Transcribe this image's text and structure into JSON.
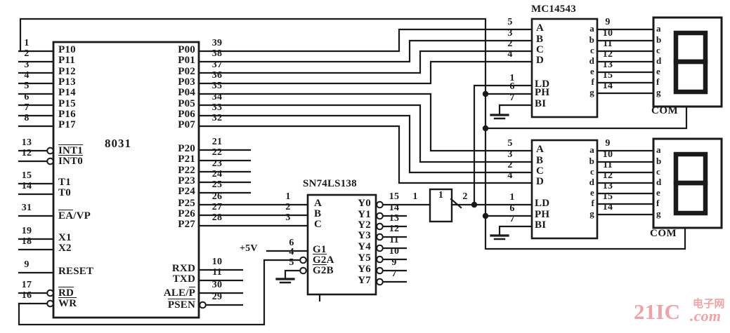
{
  "colors": {
    "ink": "#1a1a1a",
    "watermark": "#f2a2a6",
    "background": "#ffffff"
  },
  "mcu": {
    "name": "8031",
    "left_pins": [
      {
        "num": "1",
        "pre": "P10"
      },
      {
        "num": "2",
        "pre": "P11"
      },
      {
        "num": "3",
        "pre": "P12"
      },
      {
        "num": "4",
        "pre": "P13"
      },
      {
        "num": "5",
        "pre": "P14"
      },
      {
        "num": "6",
        "pre": "P15"
      },
      {
        "num": "7",
        "pre": "P16"
      },
      {
        "num": "8",
        "pre": "P17"
      },
      {
        "num": "13",
        "bar": "INT1"
      },
      {
        "num": "12",
        "bar": "INT0"
      },
      {
        "num": "15",
        "pre": "T1"
      },
      {
        "num": "14",
        "pre": "T0"
      },
      {
        "num": "31",
        "bar": "EA",
        "post": "/VP"
      },
      {
        "num": "19",
        "pre": "X1"
      },
      {
        "num": "18",
        "pre": "X2"
      },
      {
        "num": "9",
        "pre": "RESET"
      },
      {
        "num": "17",
        "bar": "RD"
      },
      {
        "num": "16",
        "bar": "WR"
      }
    ],
    "right_pins": [
      {
        "num": "39",
        "pre": "P00"
      },
      {
        "num": "38",
        "pre": "P01"
      },
      {
        "num": "37",
        "pre": "P02"
      },
      {
        "num": "36",
        "pre": "P03"
      },
      {
        "num": "35",
        "pre": "P04"
      },
      {
        "num": "34",
        "pre": "P05"
      },
      {
        "num": "33",
        "pre": "P06"
      },
      {
        "num": "32",
        "pre": "P07"
      },
      {
        "num": "21",
        "pre": "P20"
      },
      {
        "num": "22",
        "pre": "P21"
      },
      {
        "num": "23",
        "pre": "P22"
      },
      {
        "num": "24",
        "pre": "P23"
      },
      {
        "num": "25",
        "pre": "P24"
      },
      {
        "num": "26",
        "pre": "P25"
      },
      {
        "num": "27",
        "pre": "P26"
      },
      {
        "num": "28",
        "pre": "P27"
      },
      {
        "num": "10",
        "pre": "RXD"
      },
      {
        "num": "11",
        "pre": "TXD"
      },
      {
        "num": "30",
        "pre": "ALE/",
        "bar": "P"
      },
      {
        "num": "29",
        "bar": "PSEN"
      }
    ]
  },
  "decoder": {
    "name": "SN74LS138",
    "vcc": "+5V",
    "inputs": [
      {
        "num": "1",
        "label": "A"
      },
      {
        "num": "2",
        "label": "B"
      },
      {
        "num": "3",
        "label": "C"
      }
    ],
    "enables": [
      {
        "num": "6",
        "pre": "G1"
      },
      {
        "num": "4",
        "bar": "G2",
        "post": "A"
      },
      {
        "num": "5",
        "bar": "G2",
        "post": "B"
      }
    ],
    "outputs": [
      {
        "num": "15",
        "label": "Y0"
      },
      {
        "num": "14",
        "label": "Y1"
      },
      {
        "num": "13",
        "label": "Y2"
      },
      {
        "num": "12",
        "label": "Y3"
      },
      {
        "num": "11",
        "label": "Y4"
      },
      {
        "num": "10",
        "label": "Y5"
      },
      {
        "num": "9",
        "label": "Y6"
      },
      {
        "num": "7",
        "label": "Y7"
      }
    ]
  },
  "inverter": {
    "gate": "1",
    "input_pin": "1",
    "output_pin": "2"
  },
  "drivers": [
    {
      "name": "MC14543",
      "inputs": [
        {
          "num": "5",
          "label": "A"
        },
        {
          "num": "3",
          "label": "B"
        },
        {
          "num": "2",
          "label": "C"
        },
        {
          "num": "4",
          "label": "D"
        }
      ],
      "controls": [
        {
          "num": "1",
          "label": "LD"
        },
        {
          "num": "6",
          "label": "PH"
        },
        {
          "num": "7",
          "label": "BI"
        }
      ],
      "outputs": [
        {
          "num": "9",
          "label": "a"
        },
        {
          "num": "10",
          "label": "b"
        },
        {
          "num": "11",
          "label": "c"
        },
        {
          "num": "12",
          "label": "d"
        },
        {
          "num": "13",
          "label": "e"
        },
        {
          "num": "15",
          "label": "f"
        },
        {
          "num": "14",
          "label": "g"
        }
      ]
    },
    {
      "name": "",
      "inputs": [
        {
          "num": "5",
          "label": "A"
        },
        {
          "num": "3",
          "label": "B"
        },
        {
          "num": "2",
          "label": "C"
        },
        {
          "num": "4",
          "label": "D"
        }
      ],
      "controls": [
        {
          "num": "1",
          "label": "LD"
        },
        {
          "num": "6",
          "label": "PH"
        },
        {
          "num": "7",
          "label": "BI"
        }
      ],
      "outputs": [
        {
          "num": "9",
          "label": "a"
        },
        {
          "num": "10",
          "label": "b"
        },
        {
          "num": "11",
          "label": "c"
        },
        {
          "num": "12",
          "label": "d"
        },
        {
          "num": "13",
          "label": "e"
        },
        {
          "num": "15",
          "label": "f"
        },
        {
          "num": "14",
          "label": "g"
        }
      ]
    }
  ],
  "displays": [
    {
      "segments": [
        "a",
        "b",
        "c",
        "d",
        "e",
        "f",
        "g"
      ],
      "com": "COM"
    },
    {
      "segments": [
        "a",
        "b",
        "c",
        "d",
        "e",
        "f",
        "g"
      ],
      "com": "COM"
    }
  ],
  "watermark": {
    "brand": "21IC",
    "cn": "电子网",
    "tld": ".com"
  }
}
